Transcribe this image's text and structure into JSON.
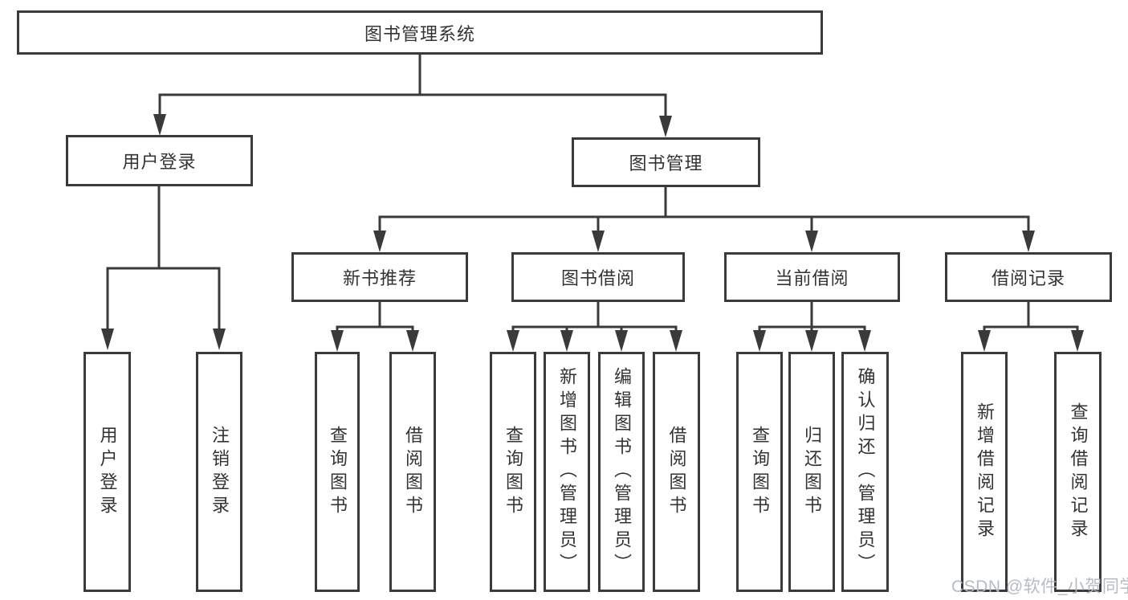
{
  "diagram": {
    "tree": {
      "root": {
        "label": "图书管理系统"
      },
      "branches": [
        {
          "label": "用户登录",
          "children": [
            {
              "label": "用户登录"
            },
            {
              "label": "注销登录"
            }
          ]
        },
        {
          "label": "图书管理",
          "groups": [
            {
              "label": "新书推荐",
              "children": [
                {
                  "label": "查询图书"
                },
                {
                  "label": "借阅图书"
                }
              ]
            },
            {
              "label": "图书借阅",
              "children": [
                {
                  "label": "查询图书"
                },
                {
                  "label": "新增图书（管理员）"
                },
                {
                  "label": "编辑图书（管理员）"
                },
                {
                  "label": "借阅图书"
                }
              ]
            },
            {
              "label": "当前借阅",
              "children": [
                {
                  "label": "查询图书"
                },
                {
                  "label": "归还图书"
                },
                {
                  "label": "确认归还（管理员）"
                }
              ]
            },
            {
              "label": "借阅记录",
              "children": [
                {
                  "label": "新增借阅记录"
                },
                {
                  "label": "查询借阅记录"
                }
              ]
            }
          ]
        }
      ]
    },
    "colors": {
      "line": "#3a3a3a",
      "text": "#333333",
      "background": "#ffffff",
      "watermark": "#b2b8be"
    }
  },
  "watermark": {
    "text": "CSDN @软件_小贺同学"
  }
}
